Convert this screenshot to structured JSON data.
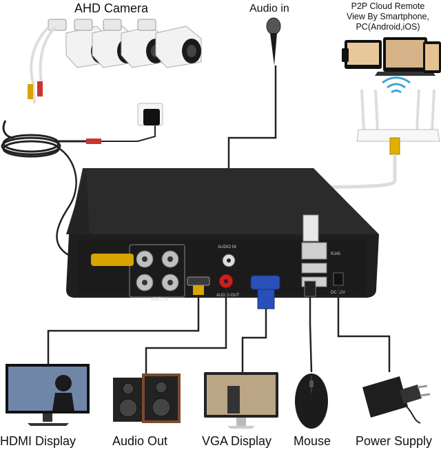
{
  "labels": {
    "camera": "AHD Camera",
    "audio_in": "Audio in",
    "p2p_line1": "P2P Cloud Remote",
    "p2p_line2": "View By Smartphone,",
    "p2p_line3": "PC(Android,iOS)",
    "hdmi_display": "HDMI Display",
    "audio_out": "Audio Out",
    "vga_display": "VGA Display",
    "mouse": "Mouse",
    "power_supply": "Power Supply"
  },
  "panel_labels": {
    "video_in": "VIDEO IN",
    "audio_in": "AUDIO IN",
    "audio_out": "AUDIO OUT",
    "rj45": "RJ45",
    "dc": "DC 12V"
  },
  "colors": {
    "dvr_body": "#2b2b2b",
    "dvr_front": "#1f1f1f",
    "cable": "#222222",
    "bnc": "#d9a400",
    "vga": "#2a4fb8",
    "camera": "#f2f2f2"
  }
}
